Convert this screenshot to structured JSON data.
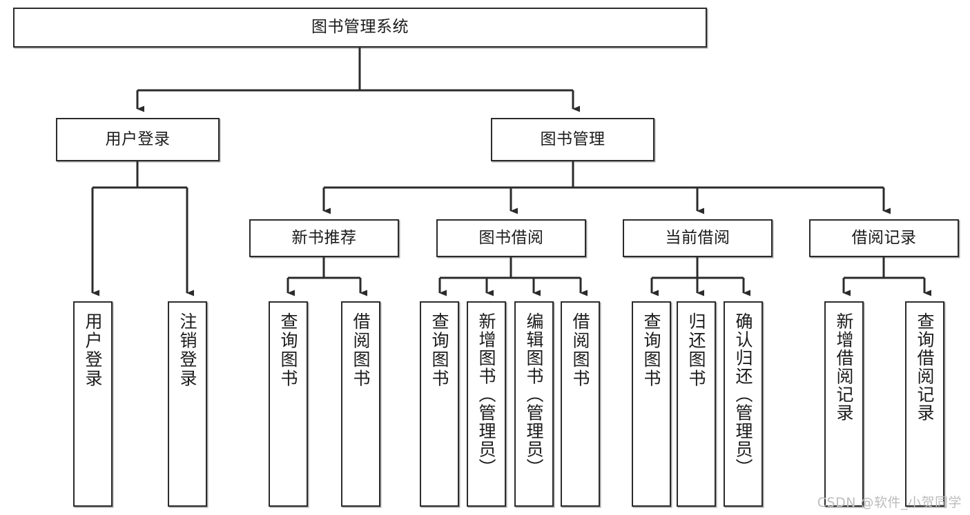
{
  "diagram": {
    "type": "tree-hierarchy-chart",
    "title": "图书管理系统",
    "watermark": "CSDN @软件_小贺同学",
    "colors": {
      "stroke": "#2b2b2b",
      "fill": "#ffffff",
      "text": "#1b1b1b",
      "watermark": "#bcbcbc"
    },
    "levels": [
      {
        "level": 1,
        "nodes": [
          {
            "id": "root",
            "label": "图书管理系统",
            "orientation": "horizontal"
          }
        ]
      },
      {
        "level": 2,
        "nodes": [
          {
            "id": "login",
            "label": "用户登录",
            "orientation": "horizontal",
            "parent": "root"
          },
          {
            "id": "bookmgmt",
            "label": "图书管理",
            "orientation": "horizontal",
            "parent": "root"
          }
        ]
      },
      {
        "level": 3,
        "nodes": [
          {
            "id": "newbook",
            "label": "新书推荐",
            "orientation": "horizontal",
            "parent": "bookmgmt"
          },
          {
            "id": "borrow",
            "label": "图书借阅",
            "orientation": "horizontal",
            "parent": "bookmgmt"
          },
          {
            "id": "current",
            "label": "当前借阅",
            "orientation": "horizontal",
            "parent": "bookmgmt"
          },
          {
            "id": "records",
            "label": "借阅记录",
            "orientation": "horizontal",
            "parent": "bookmgmt"
          }
        ]
      },
      {
        "level": 4,
        "nodes": [
          {
            "id": "leaf-user-login",
            "label": "用户登录",
            "orientation": "vertical",
            "parent": "login"
          },
          {
            "id": "leaf-user-logout",
            "label": "注销登录",
            "orientation": "vertical",
            "parent": "login"
          },
          {
            "id": "leaf-query-book-1",
            "label": "查询图书",
            "orientation": "vertical",
            "parent": "newbook"
          },
          {
            "id": "leaf-borrow-book-1",
            "label": "借阅图书",
            "orientation": "vertical",
            "parent": "newbook"
          },
          {
            "id": "leaf-query-book-2",
            "label": "查询图书",
            "orientation": "vertical",
            "parent": "borrow"
          },
          {
            "id": "leaf-add-book",
            "label": "新增图书（管理员）",
            "orientation": "vertical",
            "parent": "borrow"
          },
          {
            "id": "leaf-edit-book",
            "label": "编辑图书（管理员）",
            "orientation": "vertical",
            "parent": "borrow"
          },
          {
            "id": "leaf-borrow-book-2",
            "label": "借阅图书",
            "orientation": "vertical",
            "parent": "borrow"
          },
          {
            "id": "leaf-query-book-3",
            "label": "查询图书",
            "orientation": "vertical",
            "parent": "current"
          },
          {
            "id": "leaf-return-book",
            "label": "归还图书",
            "orientation": "vertical",
            "parent": "current"
          },
          {
            "id": "leaf-confirm-return",
            "label": "确认归还（管理员）",
            "orientation": "vertical",
            "parent": "current"
          },
          {
            "id": "leaf-add-record",
            "label": "新增借阅记录",
            "orientation": "vertical",
            "parent": "records"
          },
          {
            "id": "leaf-query-record",
            "label": "查询借阅记录",
            "orientation": "vertical",
            "parent": "records"
          }
        ]
      }
    ]
  }
}
